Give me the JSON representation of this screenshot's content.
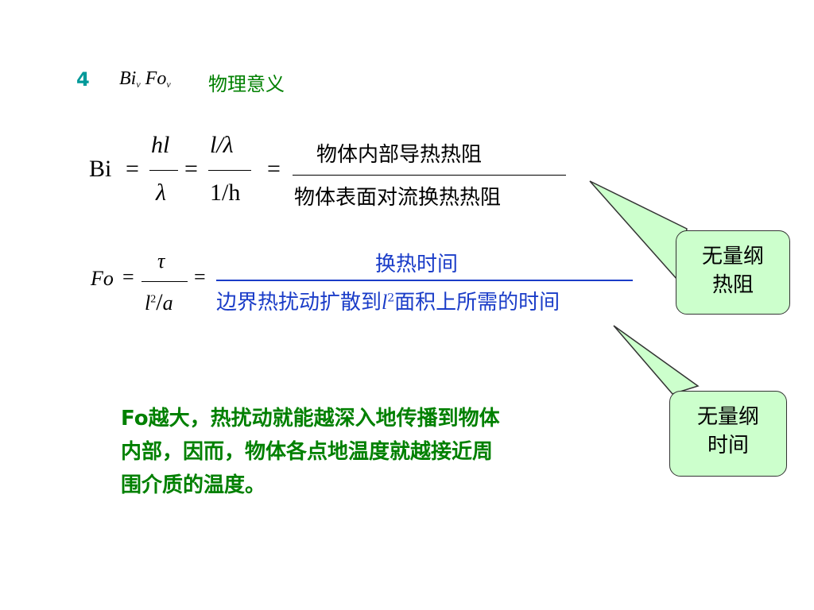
{
  "title": {
    "number": "4",
    "bi": "Bi",
    "bi_sub": "v",
    "fo": "Fo",
    "fo_sub": "v",
    "text": "物理意义"
  },
  "bi_formula": {
    "lhs": "Bi",
    "eq1": "=",
    "frac1_num": "hl",
    "frac1_den": "λ",
    "eq2": "=",
    "frac2_num": "l/λ",
    "frac2_den": "1/h",
    "eq3": "=",
    "frac3_num": "物体内部导热热阻",
    "frac3_den": "物体表面对流换热热阻"
  },
  "fo_formula": {
    "lhs": "Fo",
    "eq1": "=",
    "frac1_num": "τ",
    "frac1_den_l": "l",
    "frac1_den_sup": "2",
    "frac1_den_slash": "/",
    "frac1_den_a": "a",
    "eq2": "=",
    "frac2_num": "换热时间",
    "frac2_den_a": "边界热扰动扩散到",
    "frac2_den_l": "l",
    "frac2_den_sup": "2",
    "frac2_den_b": "面积上所需的时间"
  },
  "paragraph": {
    "lead": "Fo",
    "line1": "越大，热扰动就能越深入地传播到物体",
    "line2": "内部，因而，物体各点地温度就越接近周",
    "line3": "围介质的温度。"
  },
  "callouts": {
    "resistance_line1": "无量纲",
    "resistance_line2": "热阻",
    "time_line1": "无量纲",
    "time_line2": "时间"
  },
  "colors": {
    "title_number": "#009999",
    "green_text": "#008000",
    "blue_text": "#1a3cc8",
    "callout_fill": "#ccffcc"
  }
}
